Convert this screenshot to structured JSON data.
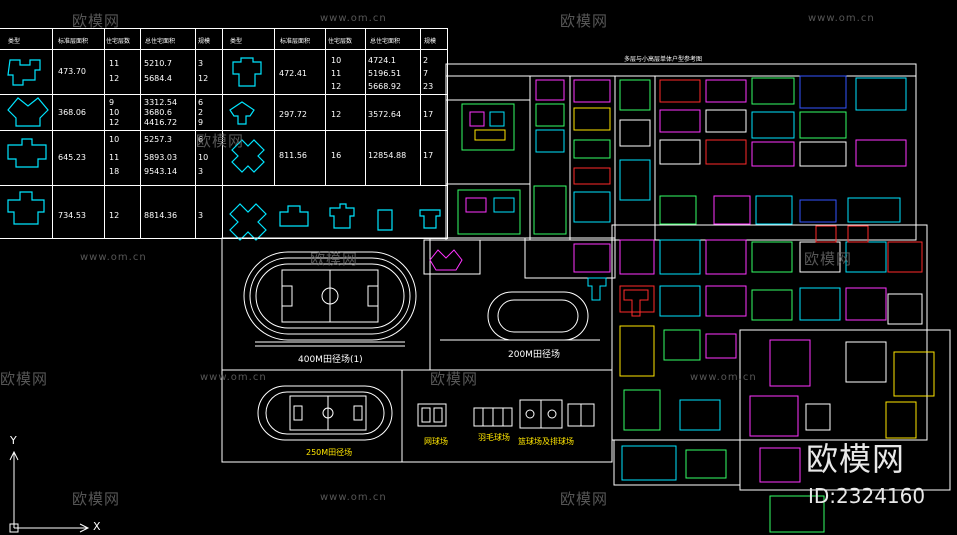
{
  "watermark": {
    "brand": "欧模网",
    "url": "www.om.cn",
    "id_text": "ID:2324160"
  },
  "table": {
    "headers": [
      "类型",
      "标准层面积",
      "住宅层数",
      "总住宅面积",
      "规模",
      "类型",
      "标准层面积",
      "住宅层数",
      "总住宅面积",
      "规模"
    ],
    "rows": [
      {
        "area_a": "473.70",
        "floors_a": [
          "11",
          "12"
        ],
        "total_a": [
          "5210.7",
          "5684.4"
        ],
        "scale_a": [
          "3",
          "12"
        ],
        "area_b": "472.41",
        "floors_b": [
          "10",
          "11",
          "12"
        ],
        "total_b": [
          "4724.1",
          "5196.51",
          "5668.92"
        ],
        "scale_b": [
          "2",
          "7",
          "23"
        ]
      },
      {
        "area_a": "368.06",
        "floors_a": [
          "9",
          "10",
          "12"
        ],
        "total_a": [
          "3312.54",
          "3680.6",
          "4416.72"
        ],
        "scale_a": [
          "6",
          "2",
          "9"
        ],
        "area_b": "297.72",
        "floors_b": [
          "12"
        ],
        "total_b": [
          "3572.64"
        ],
        "scale_b": [
          "17"
        ]
      },
      {
        "area_a": "645.23",
        "floors_a": [
          "10",
          "11",
          "18"
        ],
        "total_a": [
          "5257.3",
          "5893.03",
          "9543.14"
        ],
        "scale_a": [
          "6",
          "10",
          "3"
        ],
        "area_b": "811.56",
        "floors_b": [
          "16"
        ],
        "total_b": [
          "12854.88"
        ],
        "scale_b": [
          "17"
        ]
      },
      {
        "area_a": "734.53",
        "floors_a": [
          "12"
        ],
        "total_a": [
          "8814.36"
        ],
        "scale_a": [
          "3"
        ]
      }
    ]
  },
  "sheet_title": "多层与小高层单体户型参考图",
  "fields": {
    "track400": "400M田径场(1)",
    "track200": "200M田径场",
    "track250": "250M田径场",
    "court1": "网球场",
    "court2": "羽毛球场",
    "court3": "篮球场及排球场"
  },
  "axes": {
    "y": "Y",
    "x": "X"
  },
  "colors": {
    "cyan": "#00e5ff",
    "yellow": "#ffe600",
    "white": "#ffffff",
    "magenta": "#ff33ff",
    "green": "#33ff66",
    "red": "#ff2a2a",
    "blue": "#3355ff"
  }
}
